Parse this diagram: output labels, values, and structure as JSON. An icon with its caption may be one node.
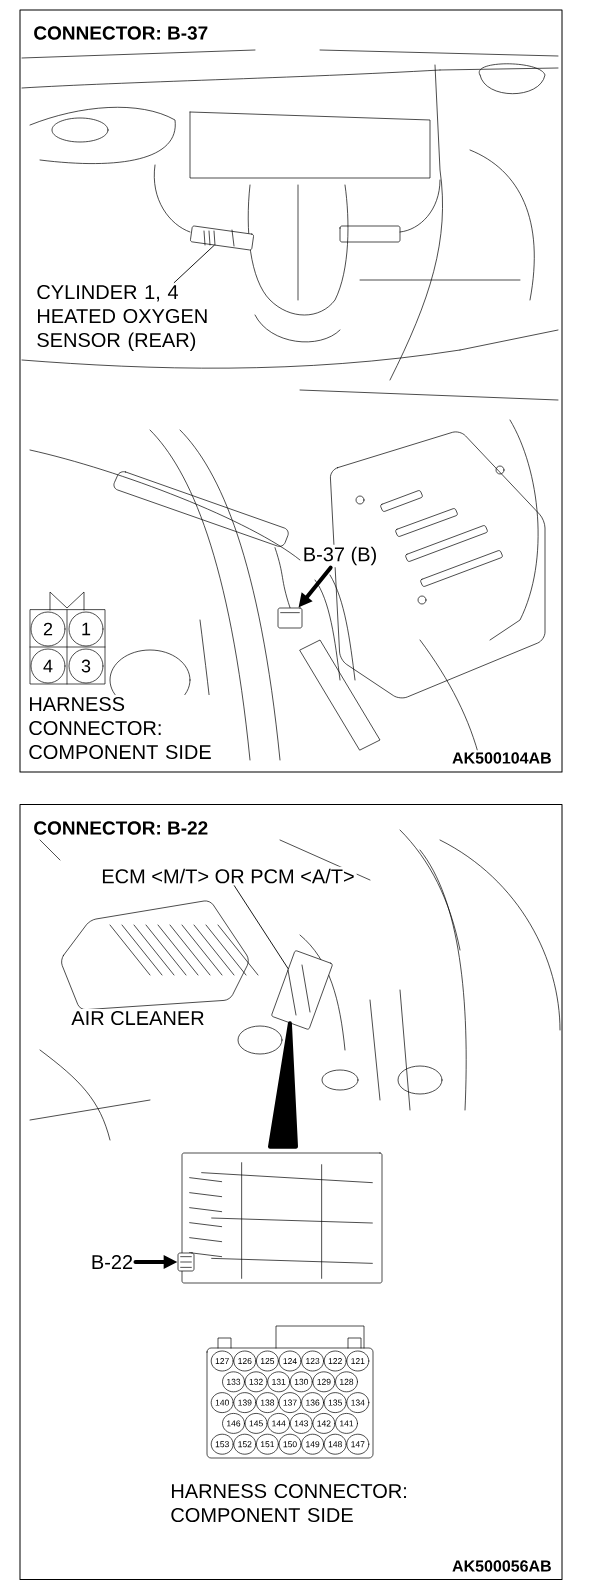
{
  "diagram": {
    "nodes": [
      {
        "text": [
          "CONNECTOR: B-37",
          "AK500104AB"
        ]
      },
      {
        "text": [
          "CYLINDER 1, 4 HEATED OXYGEN SENSOR (REAR)"
        ],
        "in": 0
      },
      {
        "text": [],
        "shape": "picture",
        "in": 0
      },
      {
        "text": [
          "B-37 (B)"
        ],
        "in": 0
      },
      {
        "text": [],
        "shape": "picture",
        "in": 0
      },
      {
        "text": [
          "CONNECTOR: B-22",
          "AK500056AB"
        ]
      },
      {
        "text": [
          "ECM <M/T> OR PCM <A/T>"
        ],
        "in": 5
      },
      {
        "text": [],
        "shape": "picture",
        "in": 5
      },
      {
        "text": [
          "AIR CLEANER"
        ],
        "in": 5
      },
      {
        "text": [],
        "shape": "picture",
        "in": 5
      },
      {
        "text": [
          "B-22"
        ],
        "in": 5
      },
      {
        "text": [],
        "shape": "picture",
        "in": 5
      },
      {
        "text": [
          "HARNESS CONNECTOR: COMPONENT SIDE"
        ],
        "in": 0
      },
      {
        "text": [
          "HARNESS CONNECTOR: COMPONENT SIDE"
        ],
        "in": 5
      }
    ],
    "edges": [
      {
        "from": 1,
        "to": 2,
        "arrow": "none"
      },
      {
        "from": 3,
        "to": 4,
        "arrow": "to",
        "style": "thick"
      },
      {
        "from": 6,
        "to": 7,
        "arrow": "none"
      },
      {
        "from": 7,
        "to": 9,
        "arrow": "none",
        "style": "thick"
      },
      {
        "from": 10,
        "to": 11,
        "arrow": "to",
        "style": "thick"
      }
    ],
    "labels": [
      "2",
      "1",
      "4",
      "3",
      "127",
      "126",
      "125",
      "124",
      "123",
      "122",
      "121",
      "133",
      "132",
      "131",
      "130",
      "129",
      "128",
      "140",
      "139",
      "138",
      "137",
      "136",
      "135",
      "134",
      "146",
      "145",
      "144",
      "143",
      "142",
      "141",
      "153",
      "152",
      "151",
      "150",
      "149",
      "148",
      "147"
    ]
  }
}
